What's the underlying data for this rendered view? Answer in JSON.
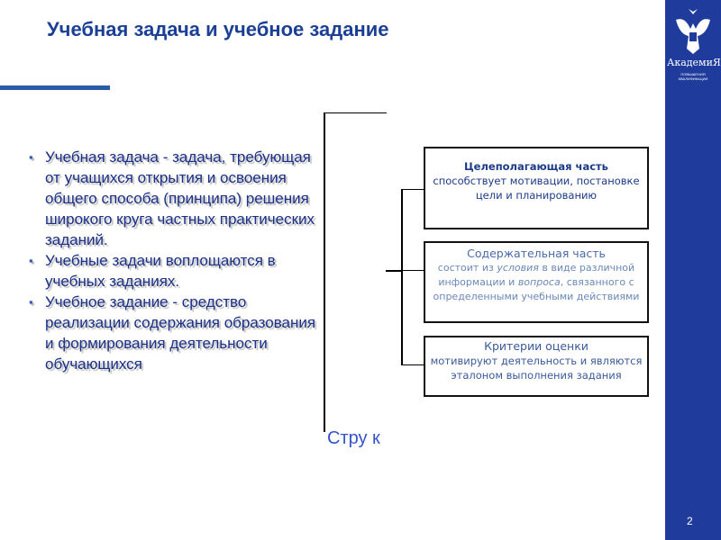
{
  "title": "Учебная задача и  учебное задание",
  "logo": {
    "text": "АкадемиЯ",
    "sub": "ПОВЫШЕНИЯ КВАЛИФИКАЦИИ"
  },
  "page_number": "2",
  "bullets": [
    "Учебная задача - задача, требующая от учащихся открытия и освоения общего способа (принципа) решения широкого круга частных практических заданий.",
    "Учебные задачи воплощаются в учебных заданиях.",
    "Учебное задание -  средство реализации содержания образования и формирования деятельности обучающихся"
  ],
  "diagram": {
    "label": "Стру к",
    "boxes": [
      {
        "heading": "Целеполагающая часть",
        "body": "способствует мотивации, постановке цели и планированию"
      },
      {
        "heading": "Содержательная часть",
        "body_parts": [
          "состоит из ",
          "условия",
          " в виде различной информации и ",
          "вопроса",
          ", связанного с определенными учебными действиями"
        ]
      },
      {
        "heading": "Критерии оценки",
        "body": "мотивируют деятельность и являются эталоном выполнения задания"
      }
    ]
  }
}
